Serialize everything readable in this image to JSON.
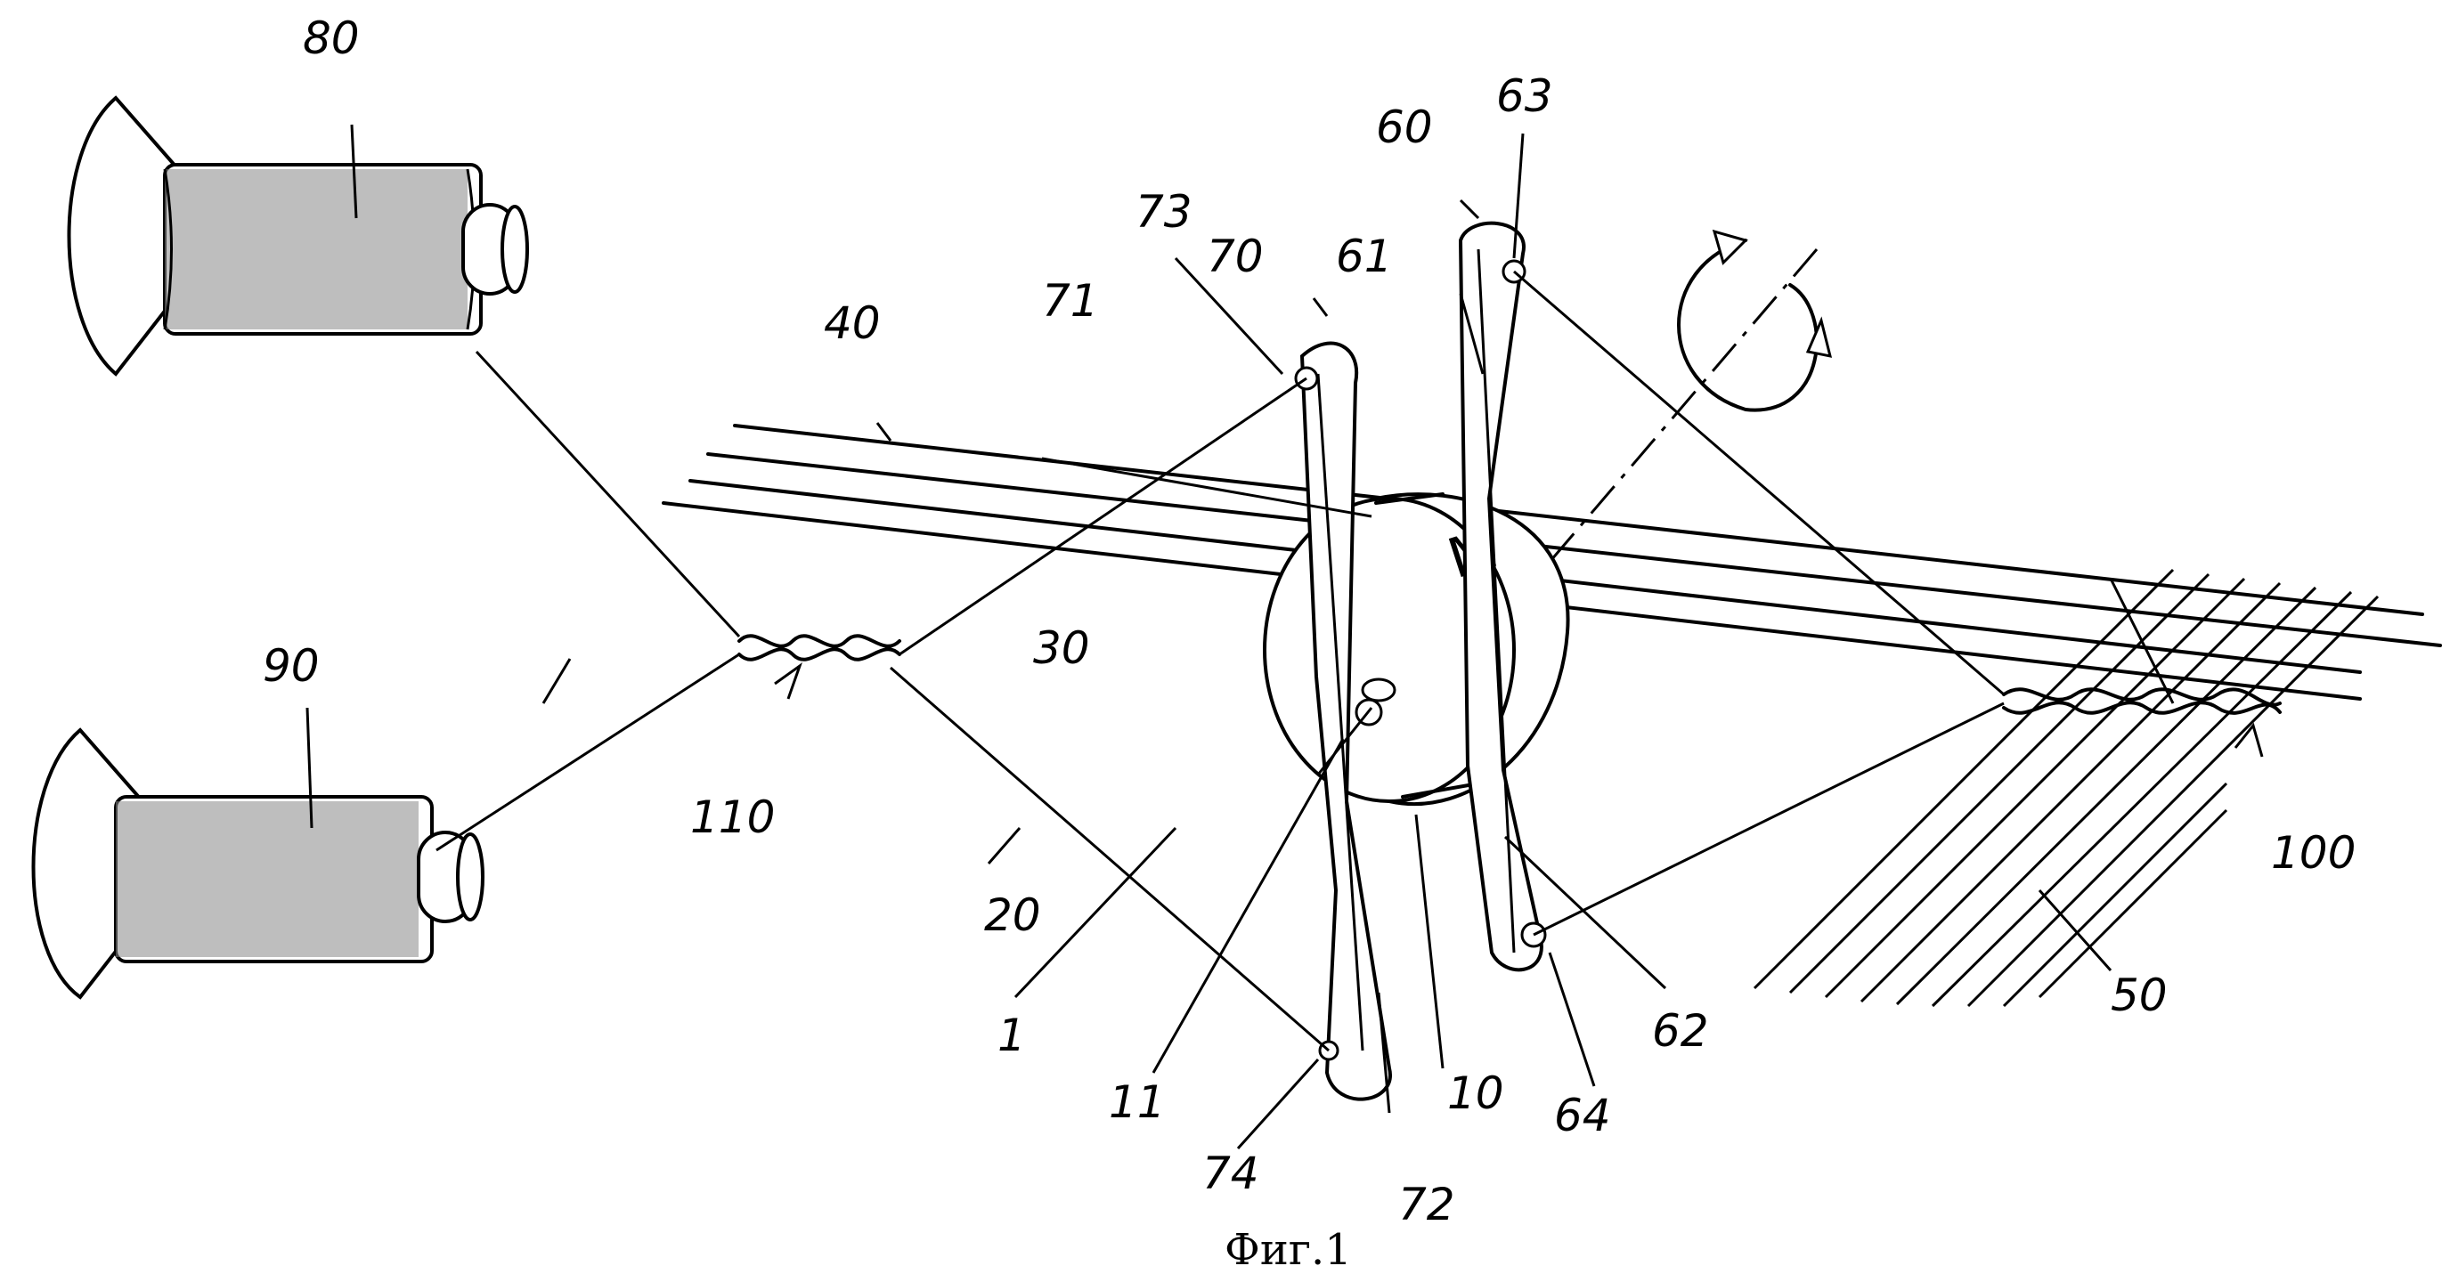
{
  "figure": {
    "caption": "Фиг.1",
    "motor_letter": "M",
    "labels": {
      "l1": "1",
      "l10": "10",
      "l11": "11",
      "l20": "20",
      "l30": "30",
      "l40": "40",
      "l50": "50",
      "l60": "60",
      "l61": "61",
      "l62": "62",
      "l63": "63",
      "l64": "64",
      "l70": "70",
      "l71": "71",
      "l72": "72",
      "l73": "73",
      "l74": "74",
      "l80": "80",
      "l90": "90",
      "l100": "100",
      "l110": "110"
    }
  }
}
